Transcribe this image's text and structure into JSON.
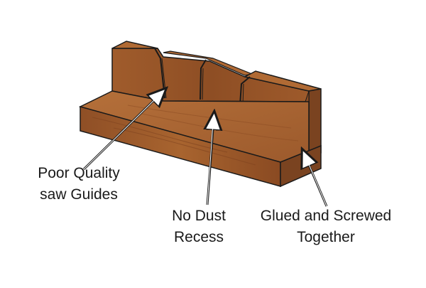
{
  "colors": {
    "wood_front": "#9c5a2c",
    "wood_top": "#b06a34",
    "wood_dark": "#7a4320",
    "outline": "#1a1a1a",
    "background": "#ffffff"
  },
  "labels": {
    "saw_guides": {
      "line1": "Poor Quality",
      "line2": "saw Guides"
    },
    "dust_recess": {
      "line1": "No Dust",
      "line2": "Recess"
    },
    "glued_screwed": {
      "line1": "Glued and Screwed",
      "line2": "Together"
    }
  }
}
